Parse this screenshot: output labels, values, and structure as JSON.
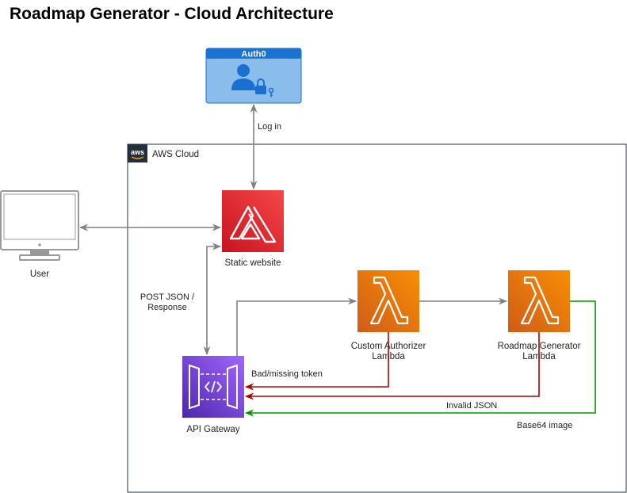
{
  "title": "Roadmap Generator - Cloud Architecture",
  "auth0": {
    "label": "Auth0"
  },
  "aws_cloud": {
    "label": "AWS Cloud",
    "logo": "aws"
  },
  "user": {
    "label": "User"
  },
  "static_website": {
    "label": "Static website"
  },
  "api_gateway": {
    "label": "API Gateway"
  },
  "custom_authorizer": {
    "line1": "Custom Authorizer",
    "line2": "Lambda"
  },
  "roadmap_lambda": {
    "line1": "Roadmap Generator",
    "line2": "Lambda"
  },
  "edges": {
    "login": "Log in",
    "post_json_line1": "POST JSON /",
    "post_json_line2": "Response",
    "bad_token": "Bad/missing token",
    "invalid_json": "Invalid JSON",
    "base64": "Base64 image"
  },
  "colors": {
    "auth0_fill": "#8ABDEC",
    "auth0_header": "#1A73D1",
    "amplify_light": "#F54749",
    "amplify_dark": "#C7131F",
    "lambda_light": "#F78E04",
    "lambda_dark": "#D05C17",
    "apigw_light": "#A166FF",
    "apigw_dark": "#5A30B5",
    "arrow_gray": "#808080",
    "arrow_red": "#B20000",
    "arrow_green": "#009900"
  }
}
